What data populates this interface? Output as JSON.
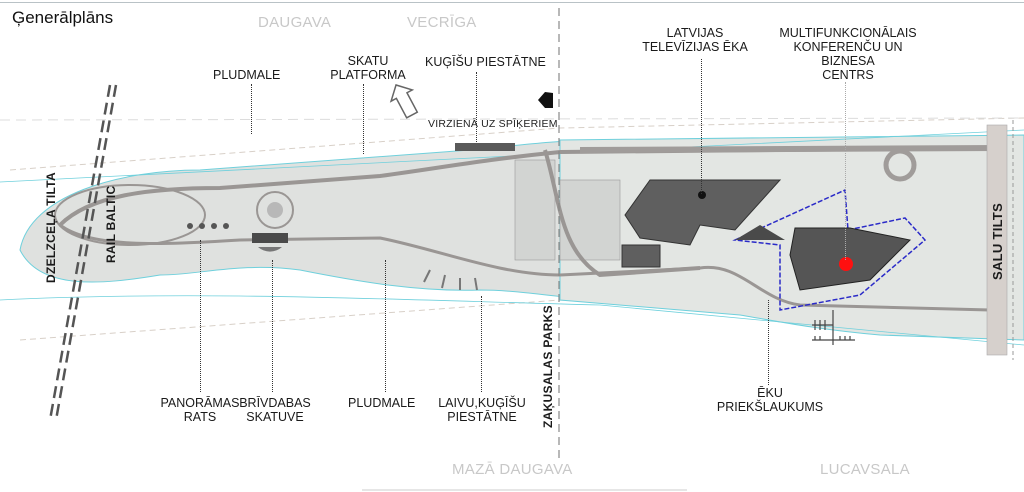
{
  "title": "Ģenerālplāns",
  "water_labels": {
    "daugava": "DAUGAVA",
    "vecriga": "VECRĪGA",
    "maza_daugava": "MAZĀ DAUGAVA",
    "lucavsala": "LUCAVSALA"
  },
  "top_labels": {
    "pludmale_top": "PLUDMALE",
    "skatu_platforma": [
      "SKATU",
      "PLATFORMA"
    ],
    "kugisu_piestatne": "KUĢĪŠU PIESTĀTNE",
    "latvijas_televizijas_eka": [
      "LATVIJAS",
      "TELEVĪZIJAS ĒKA"
    ],
    "multifunkcionalais_centrs": [
      "MULTIFUNKCIONĀLAIS",
      "KONFERENČU UN BIZNESA",
      "CENTRS"
    ]
  },
  "bottom_labels": {
    "panoramas_rats": [
      "PANORĀMAS",
      "RATS"
    ],
    "brivdabas_skatuve": [
      "BRĪVDABAS",
      "SKATUVE"
    ],
    "pludmale_bottom": "PLUDMALE",
    "laivu_kugisu_piestatne": [
      "LAIVU,KUĢĪŠU",
      "PIESTĀTNE"
    ],
    "eku_priekslaukums": [
      "ĒKU",
      "PRIEKŠLAUKUMS"
    ]
  },
  "vertical_labels": {
    "dzelzcela_tilta": "DZELZCEĻA TILTA",
    "rail_baltic": "RAIL BALTIC",
    "zakusalas_parks": "ZAĶUSALAS PARKS",
    "salu_tilts": "SALU TILTS"
  },
  "direction_label": "VIRZIENĀ UZ SPĪĶERIEM",
  "markers": {
    "tv_building_marker_color": "#111111",
    "business_center_marker_color": "#ff1010"
  },
  "colors": {
    "land": "#dcdfdc",
    "path": "#9a9694",
    "water_line": "#6fd0dc",
    "building": "#5a5a5a",
    "boundary": "#2a2ac8"
  }
}
